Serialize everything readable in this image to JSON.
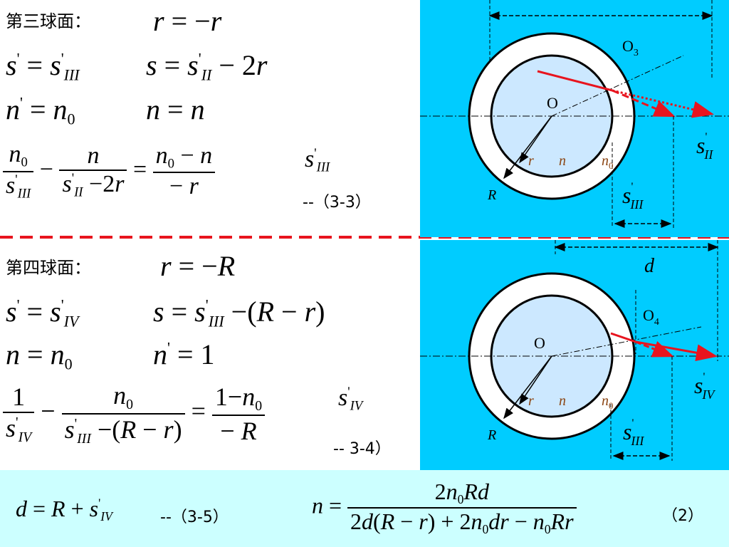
{
  "section3": {
    "title": "第三球面：",
    "eq_r": "r = −r",
    "eq_s_prime": "s′ = s′III",
    "eq_s": "s = s′II − 2r",
    "eq_n_prime": "n′ = n0",
    "eq_n": "n = n",
    "eq_main_lhs1_num": "n0",
    "eq_main_lhs1_den": "s′III",
    "eq_main_lhs2_num": "n",
    "eq_main_lhs2_den": "s′II − 2r",
    "eq_main_rhs_num": "n0 − n",
    "eq_main_rhs_den": "−r",
    "result_label": "s′III",
    "tag": "--（3-3）"
  },
  "section4": {
    "title": "第四球面：",
    "eq_r": "r = −R",
    "eq_s_prime": "s′ = s′IV",
    "eq_s": "s = s′III − (R − r)",
    "eq_n": "n = n0",
    "eq_n_prime": "n′ = 1",
    "eq_main_lhs1_num": "1",
    "eq_main_lhs1_den": "s′IV",
    "eq_main_lhs2_num": "n0",
    "eq_main_lhs2_den": "s′III − (R − r)",
    "eq_main_rhs_num": "1 − n0",
    "eq_main_rhs_den": "−R",
    "result_label": "s′IV",
    "tag": "-- 3-4）"
  },
  "bottom": {
    "eq_d": "d = R + s′IV",
    "tag_d": "--（3-5）",
    "eq_n_lhs": "n =",
    "eq_n_num": "2n0Rd",
    "eq_n_den": "2d(R − r) + 2n0dr − n0Rr",
    "tag_n": "（2）"
  },
  "diagram_top": {
    "label_O3": "O3",
    "label_O": "O",
    "label_r": "r",
    "label_n": "n",
    "label_n0": "n0",
    "label_R": "R",
    "label_s_II": "s′II",
    "label_s_III": "s′III"
  },
  "diagram_bottom": {
    "label_d": "d",
    "label_O4": "O4",
    "label_O": "O",
    "label_r": "r",
    "label_n": "n",
    "label_n0": "n0",
    "label_R": "R",
    "label_s_IV": "s′IV",
    "label_s_III": "s′III"
  },
  "colors": {
    "panel_blue": "#00ccff",
    "strip_cyan": "#ccffff",
    "inner_sphere": "#cce8ff",
    "ray_red": "#e8141e",
    "divider_red": "#e8141e",
    "label_brown": "#8b4513"
  }
}
